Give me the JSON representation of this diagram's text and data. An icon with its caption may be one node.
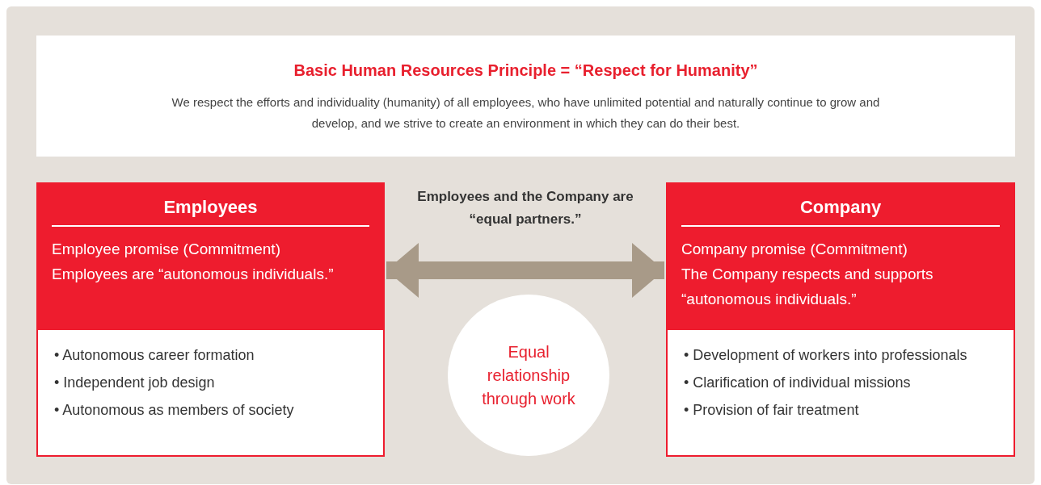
{
  "diagram": {
    "nodes": [
      {
        "text": [
          "Basic Human Resources Principle = “Respect for Humanity”",
          "We respect the efforts and individuality (humanity) of all employees, who have unlimited potential and naturally continue to grow and develop, and we strive to create an environment in which they can do their best."
        ]
      },
      {
        "text": [
          "Employees",
          "Employee promise (Commitment)",
          "Employees are “autonomous individuals.”"
        ]
      },
      {
        "text": [
          "• Autonomous career formation",
          "• Independent job design",
          "• Autonomous as members of society"
        ]
      },
      {
        "text": [
          "Company",
          "Company promise (Commitment)",
          "The Company respects and supports “autonomous individuals.”"
        ]
      },
      {
        "text": [
          "• Development of workers into professionals",
          "• Clarification of individual missions",
          "• Provision of fair treatment"
        ]
      },
      {
        "text": [
          "Equal relationship through work"
        ]
      }
    ],
    "edges": [
      {
        "from": 1,
        "to": 3,
        "arrow": "both"
      }
    ],
    "labels": [
      "Employees and the Company are “equal partners.”"
    ]
  }
}
